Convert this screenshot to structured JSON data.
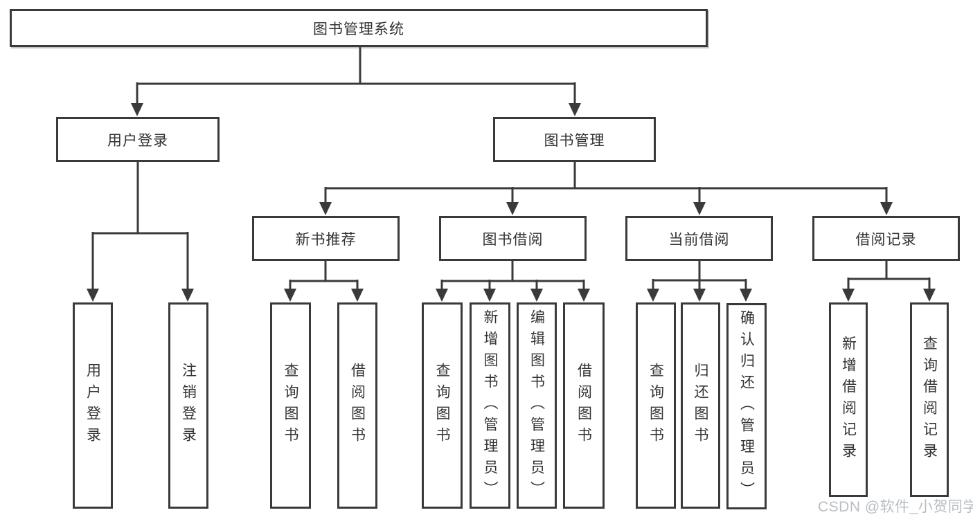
{
  "colors": {
    "line": "#3a3a3a",
    "text": "#333333",
    "box-bg": "#ffffff",
    "watermark": "#b9bec3",
    "background": "#ffffff"
  },
  "tree": {
    "root": {
      "label": "图书管理系统"
    },
    "branches": [
      {
        "label": "用户登录",
        "children": [
          {
            "label": "用户登录"
          },
          {
            "label": "注销登录"
          }
        ]
      },
      {
        "label": "图书管理",
        "children": [
          {
            "label": "新书推荐",
            "children": [
              {
                "label": "查询图书"
              },
              {
                "label": "借阅图书"
              }
            ]
          },
          {
            "label": "图书借阅",
            "children": [
              {
                "label": "查询图书"
              },
              {
                "label": "新增图书（管理员）"
              },
              {
                "label": "编辑图书（管理员）"
              },
              {
                "label": "借阅图书"
              }
            ]
          },
          {
            "label": "当前借阅",
            "children": [
              {
                "label": "查询图书"
              },
              {
                "label": "归还图书"
              },
              {
                "label": "确认归还（管理员）"
              }
            ]
          },
          {
            "label": "借阅记录",
            "children": [
              {
                "label": "新增借阅记录"
              },
              {
                "label": "查询借阅记录"
              }
            ]
          }
        ]
      }
    ]
  },
  "watermark": {
    "text": "CSDN @软件_小贺同学"
  }
}
